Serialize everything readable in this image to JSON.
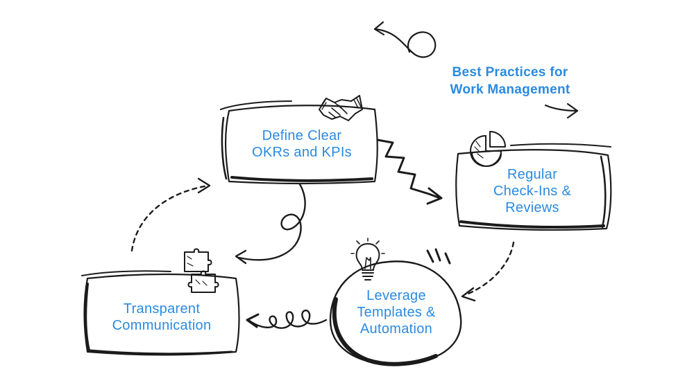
{
  "diagram": {
    "title": "Best Practices for\nWork Management",
    "accent_color": "#2a8ae0",
    "ink_color": "#1b1b1b",
    "nodes": [
      {
        "id": "define",
        "label": "Define Clear\nOKRs and KPIs",
        "icon": "handshake-icon"
      },
      {
        "id": "checkins",
        "label": "Regular\nCheck-Ins  &\nReviews",
        "icon": "pie-chart-icon"
      },
      {
        "id": "leverage",
        "label": "Leverage\nTemplates &\nAutomation",
        "icon": "lightbulb-icon"
      },
      {
        "id": "transparent",
        "label": "Transparent\nCommunication",
        "icon": "puzzle-icon"
      }
    ],
    "edges": [
      {
        "from": "define",
        "to": "checkins",
        "style": "zigzag"
      },
      {
        "from": "checkins",
        "to": "leverage",
        "style": "dashed"
      },
      {
        "from": "leverage",
        "to": "transparent",
        "style": "loops"
      },
      {
        "from": "transparent",
        "to": "define",
        "style": "dashed"
      },
      {
        "from": "define",
        "to": "center",
        "style": "loop"
      }
    ]
  }
}
